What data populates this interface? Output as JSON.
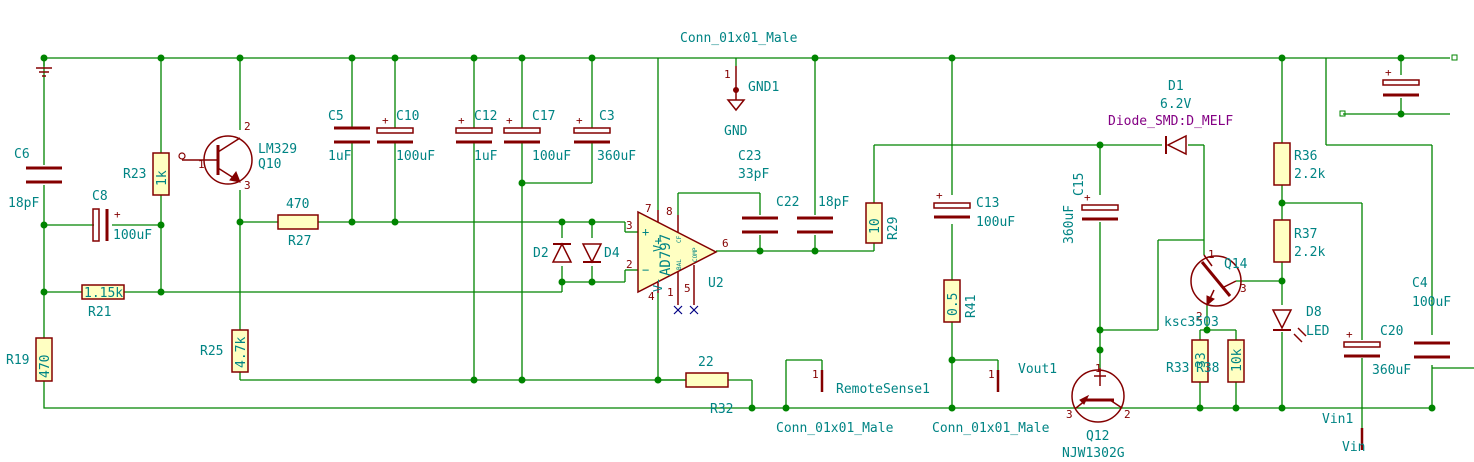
{
  "top_label": "Conn_01x01_Male",
  "components": {
    "C6": {
      "ref": "C6",
      "value": "18pF"
    },
    "C8": {
      "ref": "C8",
      "value": "100uF"
    },
    "R23": {
      "ref": "R23",
      "value": "1k"
    },
    "R21": {
      "ref": "R21",
      "value": "1.15k"
    },
    "R19": {
      "ref": "R19",
      "value": "470"
    },
    "Q10": {
      "ref": "Q10",
      "value": "LM329"
    },
    "R25": {
      "ref": "R25",
      "value": "4.7k"
    },
    "R27": {
      "ref": "R27",
      "value": "470"
    },
    "C5": {
      "ref": "C5",
      "value": "1uF"
    },
    "C10": {
      "ref": "C10",
      "value": "100uF"
    },
    "C12": {
      "ref": "C12",
      "value": "1uF"
    },
    "C17": {
      "ref": "C17",
      "value": "100uF"
    },
    "C3": {
      "ref": "C3",
      "value": "360uF"
    },
    "D2": {
      "ref": "D2"
    },
    "D4": {
      "ref": "D4"
    },
    "U2": {
      "ref": "U2",
      "value": "AD797"
    },
    "GND1": {
      "ref": "GND1",
      "value": "GND"
    },
    "C23": {
      "ref": "C23",
      "value": "33pF"
    },
    "C22": {
      "ref": "C22",
      "value": "18pF"
    },
    "R29": {
      "ref": "R29",
      "value": "10"
    },
    "R32": {
      "ref": "R32",
      "value": "22"
    },
    "RemoteSense1": {
      "ref": "RemoteSense1",
      "value": "Conn_01x01_Male"
    },
    "C13": {
      "ref": "C13",
      "value": "100uF"
    },
    "R41": {
      "ref": "R41",
      "value": "0.5"
    },
    "Vout1": {
      "ref": "Vout1",
      "value": "Conn_01x01_Male"
    },
    "C15": {
      "ref": "C15",
      "value": "360uF"
    },
    "D1": {
      "ref": "D1",
      "value": "6.2V",
      "footprint": "Diode_SMD:D_MELF"
    },
    "Q12": {
      "ref": "Q12",
      "value": "NJW1302G"
    },
    "Q14": {
      "ref": "Q14",
      "value": "ksc3503"
    },
    "R33": {
      "ref": "R33",
      "value": "33"
    },
    "R38": {
      "ref": "R38",
      "value": "10k"
    },
    "R36": {
      "ref": "R36",
      "value": "2.2k"
    },
    "R37": {
      "ref": "R37",
      "value": "2.2k"
    },
    "D8": {
      "ref": "D8",
      "value": "LED"
    },
    "C20": {
      "ref": "C20",
      "value": "360uF"
    },
    "C4": {
      "ref": "C4",
      "value": "100uF"
    },
    "Vin1": {
      "ref": "Vin1",
      "value": "Vin"
    }
  },
  "pins": {
    "q10": [
      "1",
      "2",
      "3"
    ],
    "u2": [
      "3",
      "2",
      "7",
      "8",
      "6",
      "4",
      "1",
      "5"
    ],
    "u2_small": [
      "BAL",
      "CF",
      "COMP"
    ],
    "u2_supply": [
      "V+",
      "V-"
    ],
    "gnd1": "1",
    "remote": "1",
    "vout": "1",
    "q12": [
      "1",
      "2",
      "3"
    ],
    "q14": [
      "1",
      "2",
      "3"
    ]
  }
}
